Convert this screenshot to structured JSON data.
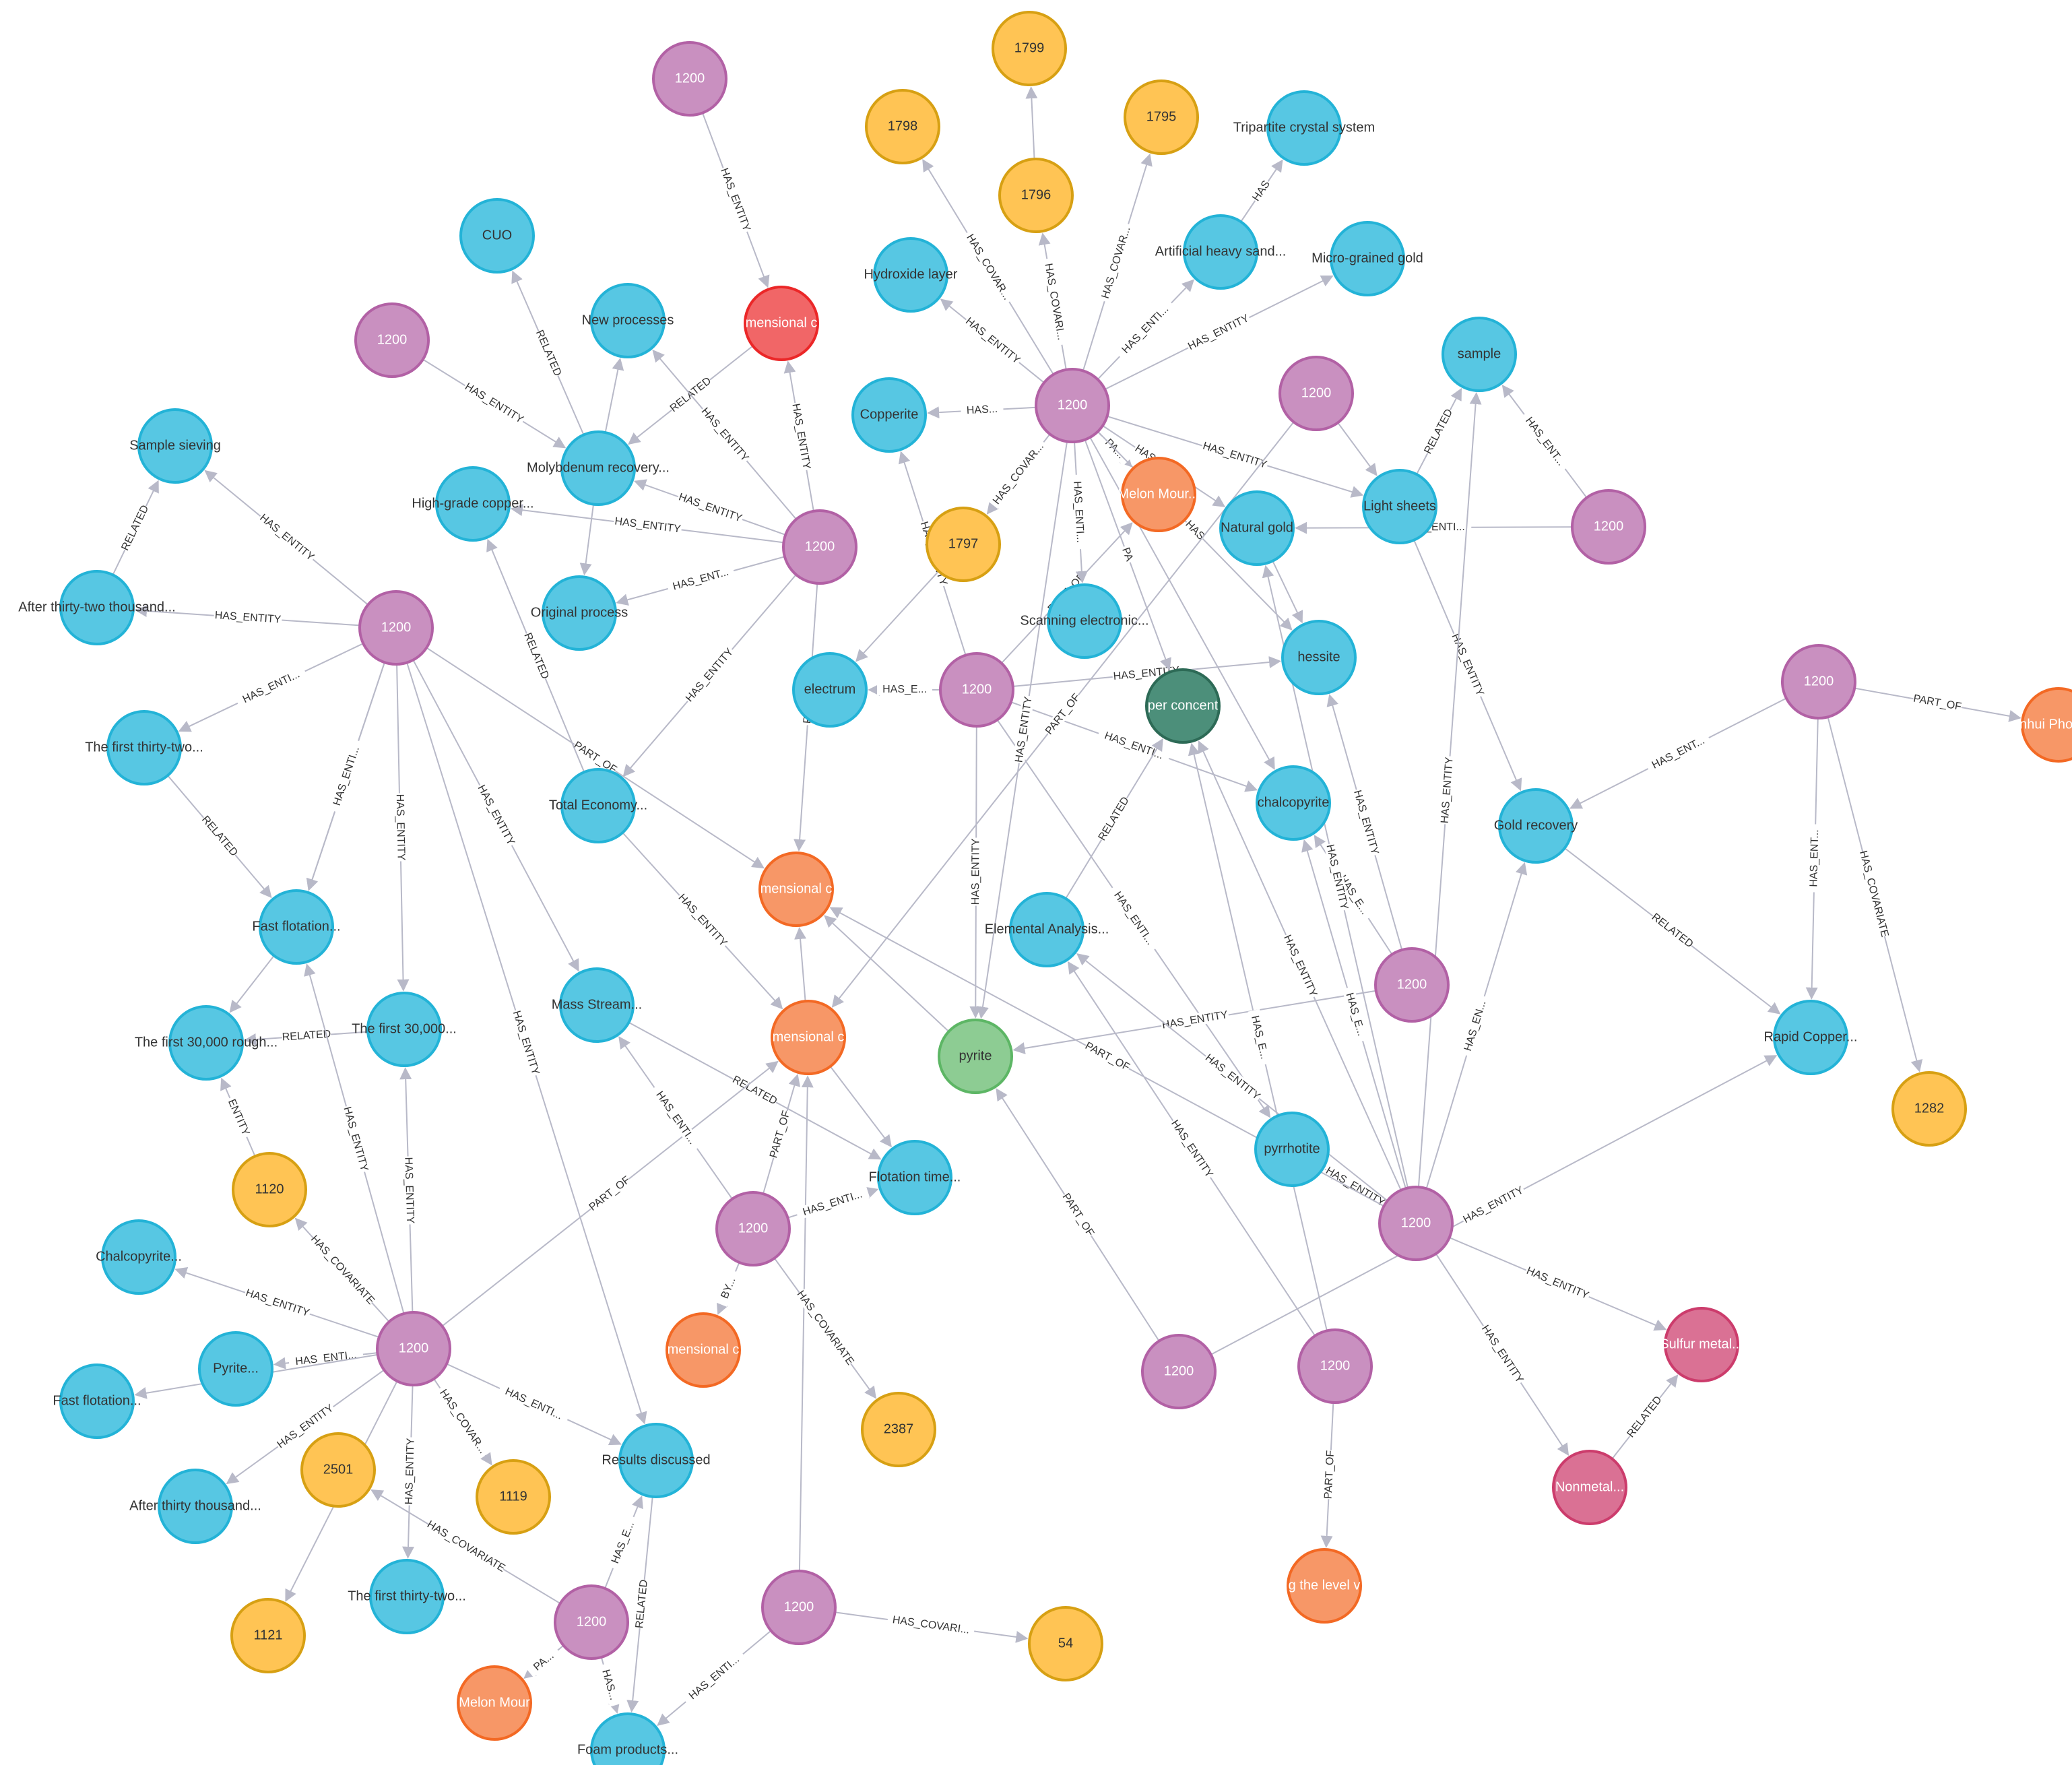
{
  "palette": {
    "purple": {
      "fill": "#c990c0",
      "stroke": "#b261a5"
    },
    "blue": {
      "fill": "#57c7e3",
      "stroke": "#23b3d7"
    },
    "yellow": {
      "fill": "#ffc454",
      "stroke": "#d7a013"
    },
    "orange": {
      "fill": "#f79767",
      "stroke": "#f36924"
    },
    "red": {
      "fill": "#f16667",
      "stroke": "#eb2728"
    },
    "dkgreen": {
      "fill": "#4c8f7a",
      "stroke": "#2d6a56"
    },
    "green": {
      "fill": "#8dcc93",
      "stroke": "#5db665"
    },
    "pink": {
      "fill": "#da7194",
      "stroke": "#cc3c6c"
    },
    "edge": "#b8b9c8",
    "label_dark": "#333333",
    "label_light": "#ffffff"
  },
  "nodes": [
    {
      "id": "p_top",
      "label": "1200",
      "color": "purple"
    },
    {
      "id": "md1",
      "label": "mensional c",
      "color": "red"
    },
    {
      "id": "cuo",
      "label": "CUO",
      "color": "blue"
    },
    {
      "id": "p_left",
      "label": "1200",
      "color": "purple"
    },
    {
      "id": "newproc",
      "label": "New processes",
      "color": "blue"
    },
    {
      "id": "moly",
      "label": "Molybdenum recovery...",
      "color": "blue"
    },
    {
      "id": "highgrade",
      "label": "High-grade copper...",
      "color": "blue"
    },
    {
      "id": "p_mid",
      "label": "1200",
      "color": "purple"
    },
    {
      "id": "origproc",
      "label": "Original process",
      "color": "blue"
    },
    {
      "id": "sampsiev",
      "label": "Sample sieving",
      "color": "blue"
    },
    {
      "id": "after32",
      "label": "After thirty-two thousand...",
      "color": "blue"
    },
    {
      "id": "p_l2",
      "label": "1200",
      "color": "purple"
    },
    {
      "id": "first32a",
      "label": "The first thirty-two...",
      "color": "blue"
    },
    {
      "id": "fastflot1",
      "label": "Fast flotation...",
      "color": "blue"
    },
    {
      "id": "first30r",
      "label": "The first 30,000 rough...",
      "color": "blue"
    },
    {
      "id": "first30",
      "label": "The first 30,000...",
      "color": "blue"
    },
    {
      "id": "totaleco",
      "label": "Total Economy...",
      "color": "blue"
    },
    {
      "id": "mass",
      "label": "Mass Stream...",
      "color": "blue"
    },
    {
      "id": "md2",
      "label": "mensional c",
      "color": "orange"
    },
    {
      "id": "md3",
      "label": "mensional c",
      "color": "orange"
    },
    {
      "id": "y1120",
      "label": "1120",
      "color": "yellow"
    },
    {
      "id": "chalco2",
      "label": "Chalcopyrite...",
      "color": "blue"
    },
    {
      "id": "pyrite2",
      "label": "Pyrite...",
      "color": "blue"
    },
    {
      "id": "fastflot2",
      "label": "Fast flotation...",
      "color": "blue"
    },
    {
      "id": "p_bl",
      "label": "1200",
      "color": "purple"
    },
    {
      "id": "after30",
      "label": "After thirty thousand...",
      "color": "blue"
    },
    {
      "id": "y2501",
      "label": "2501",
      "color": "yellow"
    },
    {
      "id": "y1119",
      "label": "1119",
      "color": "yellow"
    },
    {
      "id": "y1121",
      "label": "1121",
      "color": "yellow"
    },
    {
      "id": "first32b",
      "label": "The first thirty-two...",
      "color": "blue"
    },
    {
      "id": "p_b1",
      "label": "1200",
      "color": "purple"
    },
    {
      "id": "melon2",
      "label": "Melon Mour",
      "color": "orange"
    },
    {
      "id": "foam",
      "label": "Foam products...",
      "color": "blue"
    },
    {
      "id": "results",
      "label": "Results discussed",
      "color": "blue"
    },
    {
      "id": "p_b2",
      "label": "1200",
      "color": "purple"
    },
    {
      "id": "y54",
      "label": "54",
      "color": "yellow"
    },
    {
      "id": "p_c",
      "label": "1200",
      "color": "purple"
    },
    {
      "id": "md4",
      "label": "mensional c",
      "color": "orange"
    },
    {
      "id": "y2387",
      "label": "2387",
      "color": "yellow"
    },
    {
      "id": "flottime",
      "label": "Flotation time...",
      "color": "blue"
    },
    {
      "id": "electrum",
      "label": "electrum",
      "color": "blue"
    },
    {
      "id": "p_cen",
      "label": "1200",
      "color": "purple"
    },
    {
      "id": "copperite",
      "label": "Copperite",
      "color": "blue"
    },
    {
      "id": "y1797",
      "label": "1797",
      "color": "yellow"
    },
    {
      "id": "y1798",
      "label": "1798",
      "color": "yellow"
    },
    {
      "id": "y1799",
      "label": "1799",
      "color": "yellow"
    },
    {
      "id": "y1796",
      "label": "1796",
      "color": "yellow"
    },
    {
      "id": "y1795",
      "label": "1795",
      "color": "yellow"
    },
    {
      "id": "hydrox",
      "label": "Hydroxide layer",
      "color": "blue"
    },
    {
      "id": "p_hub",
      "label": "1200",
      "color": "purple"
    },
    {
      "id": "tripartite",
      "label": "Tripartite crystal system",
      "color": "blue"
    },
    {
      "id": "artificial",
      "label": "Artificial heavy sand...",
      "color": "blue"
    },
    {
      "id": "micro",
      "label": "Micro-grained gold",
      "color": "blue"
    },
    {
      "id": "melon1",
      "label": "Melon Mour...",
      "color": "orange"
    },
    {
      "id": "natgold",
      "label": "Natural gold",
      "color": "blue"
    },
    {
      "id": "scanning",
      "label": "Scanning electronic...",
      "color": "blue"
    },
    {
      "id": "copconc",
      "label": "per concent",
      "color": "dkgreen"
    },
    {
      "id": "hessite",
      "label": "hessite",
      "color": "blue"
    },
    {
      "id": "p_tr",
      "label": "1200",
      "color": "purple"
    },
    {
      "id": "sample",
      "label": "sample",
      "color": "blue"
    },
    {
      "id": "lightsh",
      "label": "Light sheets",
      "color": "blue"
    },
    {
      "id": "p_r1",
      "label": "1200",
      "color": "purple"
    },
    {
      "id": "chalco",
      "label": "chalcopyrite",
      "color": "blue"
    },
    {
      "id": "elemental",
      "label": "Elemental Analysis...",
      "color": "blue"
    },
    {
      "id": "pyrite",
      "label": "pyrite",
      "color": "green"
    },
    {
      "id": "pyrrhotite",
      "label": "pyrrhotite",
      "color": "blue"
    },
    {
      "id": "p_r2",
      "label": "1200",
      "color": "purple"
    },
    {
      "id": "p_rb",
      "label": "1200",
      "color": "purple"
    },
    {
      "id": "goldrec",
      "label": "Gold recovery",
      "color": "blue"
    },
    {
      "id": "p_far",
      "label": "1200",
      "color": "purple"
    },
    {
      "id": "anhui",
      "label": "nhui Phoenix",
      "color": "orange"
    },
    {
      "id": "rapid",
      "label": "Rapid Copper...",
      "color": "blue"
    },
    {
      "id": "y1282",
      "label": "1282",
      "color": "yellow"
    },
    {
      "id": "p_b3",
      "label": "1200",
      "color": "purple"
    },
    {
      "id": "p_b4",
      "label": "1200",
      "color": "purple"
    },
    {
      "id": "md5",
      "label": "g the level v",
      "color": "orange"
    },
    {
      "id": "sulfur",
      "label": "Sulfur metal...",
      "color": "pink"
    },
    {
      "id": "nonmetal",
      "label": "Nonmetal...",
      "color": "pink"
    }
  ],
  "edges": [
    {
      "from": "p_top",
      "to": "md1",
      "label": "HAS_ENTITY"
    },
    {
      "from": "md1",
      "to": "moly",
      "label": "RELATED"
    },
    {
      "from": "p_left",
      "to": "moly",
      "label": "HAS_ENTITY"
    },
    {
      "from": "moly",
      "to": "cuo",
      "label": "RELATED"
    },
    {
      "from": "moly",
      "to": "newproc",
      "label": ""
    },
    {
      "from": "moly",
      "to": "origproc",
      "label": ""
    },
    {
      "from": "p_mid",
      "to": "md1",
      "label": "HAS_ENTITY"
    },
    {
      "from": "p_mid",
      "to": "newproc",
      "label": "HAS_ENTITY"
    },
    {
      "from": "p_mid",
      "to": "moly",
      "label": "HAS_ENTITY"
    },
    {
      "from": "p_mid",
      "to": "highgrade",
      "label": "HAS_ENTITY"
    },
    {
      "from": "p_mid",
      "to": "origproc",
      "label": "HAS_ENT..."
    },
    {
      "from": "p_mid",
      "to": "totaleco",
      "label": "HAS_ENTITY"
    },
    {
      "from": "p_mid",
      "to": "md2",
      "label": "PA"
    },
    {
      "from": "after32",
      "to": "sampsiev",
      "label": "RELATED"
    },
    {
      "from": "p_l2",
      "to": "sampsiev",
      "label": "HAS_ENTITY"
    },
    {
      "from": "p_l2",
      "to": "after32",
      "label": "HAS_ENTITY"
    },
    {
      "from": "p_l2",
      "to": "first32a",
      "label": "HAS_ENTI..."
    },
    {
      "from": "p_l2",
      "to": "fastflot1",
      "label": "HAS_E..."
    },
    {
      "from": "p_l2",
      "to": "fastflot1",
      "label": "HAS_ENTI..."
    },
    {
      "from": "p_l2",
      "to": "first30",
      "label": "HAS_ENTITY"
    },
    {
      "from": "p_l2",
      "to": "mass",
      "label": "HAS_ENTITY"
    },
    {
      "from": "p_l2",
      "to": "md2",
      "label": "PART_OF"
    },
    {
      "from": "p_l2",
      "to": "results",
      "label": "HAS_ENTITY"
    },
    {
      "from": "first32a",
      "to": "fastflot1",
      "label": "RELATED"
    },
    {
      "from": "fastflot1",
      "to": "first30r",
      "label": ""
    },
    {
      "from": "first30",
      "to": "first30r",
      "label": "RELATED"
    },
    {
      "from": "totaleco",
      "to": "highgrade",
      "label": "RELATED"
    },
    {
      "from": "totaleco",
      "to": "md3",
      "label": "HAS_ENTITY"
    },
    {
      "from": "mass",
      "to": "flottime",
      "label": "RELATED"
    },
    {
      "from": "md3",
      "to": "md2",
      "label": ""
    },
    {
      "from": "md3",
      "to": "flottime",
      "label": ""
    },
    {
      "from": "y1120",
      "to": "first30r",
      "label": "ENTITY"
    },
    {
      "from": "p_bl",
      "to": "y1120",
      "label": "HAS_COVARIATE"
    },
    {
      "from": "p_bl",
      "to": "fastflot1",
      "label": "HAS_ENTITY"
    },
    {
      "from": "p_bl",
      "to": "first30",
      "label": "HAS_ENTITY"
    },
    {
      "from": "p_bl",
      "to": "chalco2",
      "label": "HAS_ENTITY"
    },
    {
      "from": "p_bl",
      "to": "pyrite2",
      "label": "HAS_ENTI..."
    },
    {
      "from": "p_bl",
      "to": "fastflot2",
      "label": ""
    },
    {
      "from": "p_bl",
      "to": "after30",
      "label": "HAS_ENTITY"
    },
    {
      "from": "p_bl",
      "to": "y1121",
      "label": "HAS"
    },
    {
      "from": "p_bl",
      "to": "first32b",
      "label": "HAS_ENTITY"
    },
    {
      "from": "p_bl",
      "to": "y1119",
      "label": "HAS_COVAR..."
    },
    {
      "from": "p_bl",
      "to": "results",
      "label": "HAS_ENTI..."
    },
    {
      "from": "p_bl",
      "to": "md3",
      "label": "PART_OF"
    },
    {
      "from": "p_b1",
      "to": "y2501",
      "label": "HAS_COVARIATE"
    },
    {
      "from": "p_b1",
      "to": "results",
      "label": "HAS_E..."
    },
    {
      "from": "p_b1",
      "to": "melon2",
      "label": "PA..."
    },
    {
      "from": "p_b1",
      "to": "foam",
      "label": "HAS..."
    },
    {
      "from": "results",
      "to": "foam",
      "label": "RELATED"
    },
    {
      "from": "p_b2",
      "to": "foam",
      "label": "HAS_ENTI..."
    },
    {
      "from": "p_b2",
      "to": "y54",
      "label": "HAS_COVARI..."
    },
    {
      "from": "p_b2",
      "to": "md3",
      "label": ""
    },
    {
      "from": "p_c",
      "to": "mass",
      "label": "HAS_ENTI..."
    },
    {
      "from": "p_c",
      "to": "md4",
      "label": "BY..."
    },
    {
      "from": "p_c",
      "to": "flottime",
      "label": "HAS_ENTI..."
    },
    {
      "from": "p_c",
      "to": "y2387",
      "label": "HAS_COVARIATE"
    },
    {
      "from": "p_c",
      "to": "md3",
      "label": "PART_OF"
    },
    {
      "from": "p_cen",
      "to": "electrum",
      "label": "HAS_E..."
    },
    {
      "from": "p_cen",
      "to": "copperite",
      "label": "HAS_ENTITY"
    },
    {
      "from": "p_cen",
      "to": "hessite",
      "label": "HAS_ENTITY"
    },
    {
      "from": "p_cen",
      "to": "chalco",
      "label": "HAS_ENTI..."
    },
    {
      "from": "p_cen",
      "to": "pyrite",
      "label": "HAS_ENTITY"
    },
    {
      "from": "p_cen",
      "to": "pyrrhotite",
      "label": "HAS_ENTI..."
    },
    {
      "from": "p_cen",
      "to": "melon1",
      "label": "PART_OF"
    },
    {
      "from": "y1797",
      "to": "electrum",
      "label": ""
    },
    {
      "from": "p_hub",
      "to": "copperite",
      "label": "HAS..."
    },
    {
      "from": "p_hub",
      "to": "hydrox",
      "label": "HAS_ENTITY"
    },
    {
      "from": "p_hub",
      "to": "y1798",
      "label": "HAS_COVAR..."
    },
    {
      "from": "p_hub",
      "to": "y1796",
      "label": "HAS_COVARI..."
    },
    {
      "from": "y1796",
      "to": "y1799",
      "label": ""
    },
    {
      "from": "p_hub",
      "to": "y1795",
      "label": "HAS_COVAR..."
    },
    {
      "from": "p_hub",
      "to": "artificial",
      "label": "HAS_ENTI..."
    },
    {
      "from": "artificial",
      "to": "tripartite",
      "label": "HAS"
    },
    {
      "from": "p_hub",
      "to": "micro",
      "label": "HAS_ENTITY"
    },
    {
      "from": "p_hub",
      "to": "y1797",
      "label": "HAS_COVAR..."
    },
    {
      "from": "p_hub",
      "to": "melon1",
      "label": "PA..."
    },
    {
      "from": "p_hub",
      "to": "natgold",
      "label": "HAS_ENTITY"
    },
    {
      "from": "p_hub",
      "to": "lightsh",
      "label": "HAS_ENTITY"
    },
    {
      "from": "p_hub",
      "to": "scanning",
      "label": "HAS_ENTI..."
    },
    {
      "from": "p_hub",
      "to": "copconc",
      "label": "PA"
    },
    {
      "from": "p_hub",
      "to": "hessite",
      "label": "HAS"
    },
    {
      "from": "p_hub",
      "to": "pyrite",
      "label": "HAS_ENTITY"
    },
    {
      "from": "p_hub",
      "to": "chalco",
      "label": ""
    },
    {
      "from": "p_tr",
      "to": "lightsh",
      "label": ""
    },
    {
      "from": "p_tr",
      "to": "md3",
      "label": "PART_OF"
    },
    {
      "from": "lightsh",
      "to": "sample",
      "label": "RELATED"
    },
    {
      "from": "lightsh",
      "to": "goldrec",
      "label": "HAS_ENTITY"
    },
    {
      "from": "p_r1",
      "to": "sample",
      "label": "HAS_ENT..."
    },
    {
      "from": "p_r1",
      "to": "natgold",
      "label": "HAS_ENTI..."
    },
    {
      "from": "natgold",
      "to": "hessite",
      "label": ""
    },
    {
      "from": "elemental",
      "to": "copconc",
      "label": "RELATED"
    },
    {
      "from": "pyrite",
      "to": "md2",
      "label": ""
    },
    {
      "from": "p_r2",
      "to": "pyrite",
      "label": "HAS_ENTITY"
    },
    {
      "from": "p_r2",
      "to": "hessite",
      "label": "HAS_ENTITY"
    },
    {
      "from": "p_r2",
      "to": "chalco",
      "label": "HAS_E..."
    },
    {
      "from": "p_rb",
      "to": "pyrrhotite",
      "label": "HAS_ENTITY"
    },
    {
      "from": "p_rb",
      "to": "sample",
      "label": "HAS_ENTITY"
    },
    {
      "from": "p_rb",
      "to": "goldrec",
      "label": "HAS_EN..."
    },
    {
      "from": "p_rb",
      "to": "chalco",
      "label": "HAS_E..."
    },
    {
      "from": "p_rb",
      "to": "natgold",
      "label": "HAS_ENTITY"
    },
    {
      "from": "p_rb",
      "to": "copconc",
      "label": "HAS_ENTITY"
    },
    {
      "from": "p_rb",
      "to": "elemental",
      "label": "HAS_ENTITY"
    },
    {
      "from": "p_rb",
      "to": "md2",
      "label": "PART_OF"
    },
    {
      "from": "p_rb",
      "to": "sulfur",
      "label": "HAS_ENTITY"
    },
    {
      "from": "p_rb",
      "to": "nonmetal",
      "label": "HAS_ENTITY"
    },
    {
      "from": "nonmetal",
      "to": "sulfur",
      "label": "RELATED"
    },
    {
      "from": "p_far",
      "to": "anhui",
      "label": "PART_OF"
    },
    {
      "from": "p_far",
      "to": "goldrec",
      "label": "HAS_ENT..."
    },
    {
      "from": "p_far",
      "to": "rapid",
      "label": "HAS_ENT..."
    },
    {
      "from": "p_far",
      "to": "y1282",
      "label": "HAS_COVARIATE"
    },
    {
      "from": "goldrec",
      "to": "rapid",
      "label": "RELATED"
    },
    {
      "from": "p_b3",
      "to": "elemental",
      "label": "HAS_ENTITY"
    },
    {
      "from": "p_b3",
      "to": "md5",
      "label": "PART_OF"
    },
    {
      "from": "p_b3",
      "to": "copconc",
      "label": "HAS_E..."
    },
    {
      "from": "p_b4",
      "to": "rapid",
      "label": "HAS_ENTITY"
    },
    {
      "from": "p_b4",
      "to": "pyrite",
      "label": "PART_OF"
    }
  ]
}
